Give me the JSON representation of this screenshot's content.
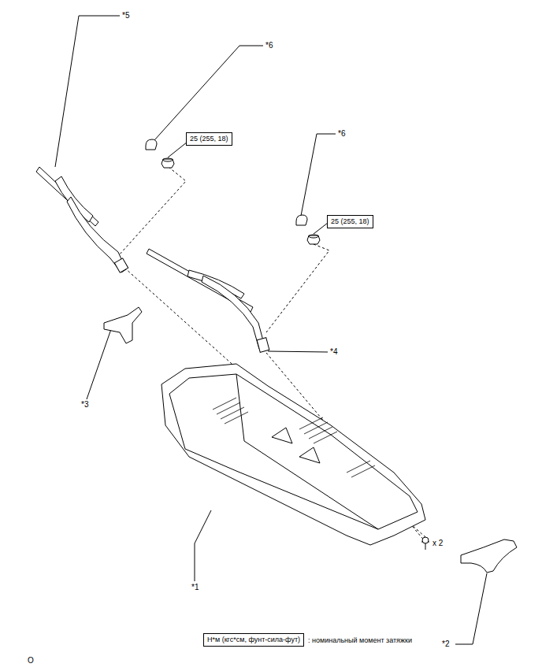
{
  "diagram": {
    "nodes": [
      {
        "text": [
          "25 (255, 18)"
        ]
      },
      {
        "text": [
          "25 (255, 18)"
        ]
      },
      {
        "text": [
          "Н*м (кгс*см, фунт-сила-фут)"
        ]
      }
    ],
    "labels": [
      "*5",
      "*6",
      "*6",
      "*3",
      "*4",
      "*1",
      "x 2",
      "*2",
      "O"
    ],
    "legend": [
      {
        "text": ": номинальный момент затяжки"
      }
    ]
  }
}
